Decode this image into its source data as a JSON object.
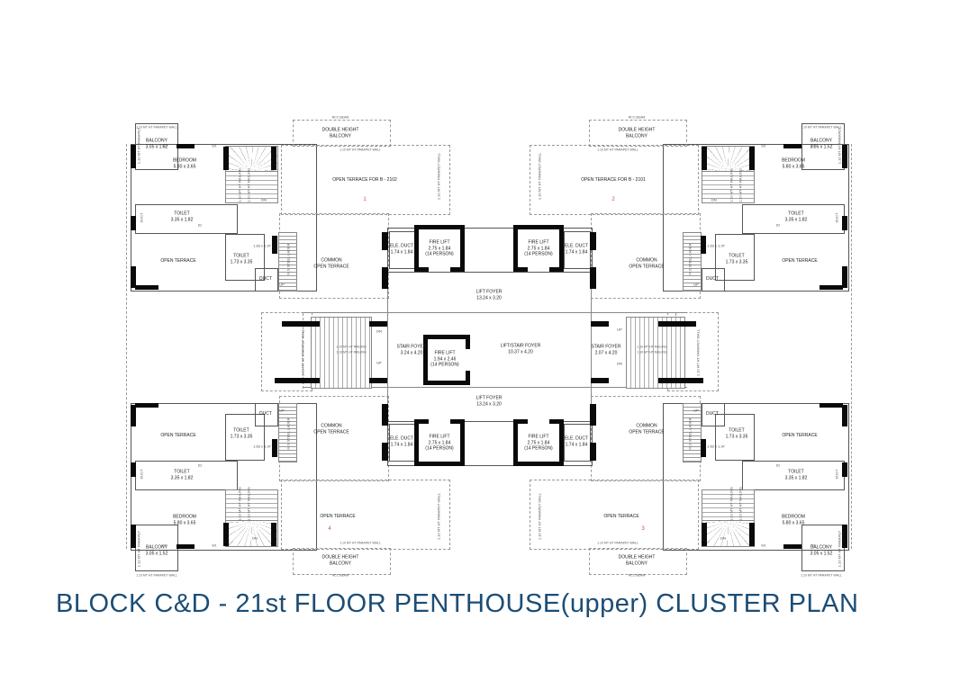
{
  "title": "BLOCK C&D - 21st FLOOR PENTHOUSE(upper) CLUSTER PLAN",
  "colors": {
    "title_text": "#1c4d75",
    "wall": "#0a0a0a",
    "unit_number": "#c0504d"
  },
  "labels": {
    "parapet_wall": "1.10 MT HT PARAPET WALL",
    "parapet": "1.10 MT HT PARAPET",
    "railing": "1.10 MT HT RAILING",
    "rcc_beam": "RCC BEAM",
    "steel_ladder": "M.S STEEL LADER",
    "up": "UP",
    "dn": "DN",
    "double_height_balcony_1": "DOUBLE HEIGHT",
    "double_height_balcony_2": "BALCONY",
    "tag_do": "DO",
    "tag_w1": "W1",
    "tag_d2": "D2"
  },
  "rooms": {
    "balcony": {
      "name": "BALCONY",
      "dims": "3.05 x 1.52"
    },
    "bedroom": {
      "name": "BEDROOM",
      "dims": "5.80 x 3.65"
    },
    "toilet_a": {
      "name": "TOILET",
      "dims": "3.35 x 1.82"
    },
    "toilet_b": {
      "name": "TOILET",
      "dims": "1.73 x 3.35"
    },
    "duct": {
      "name": "DUCT"
    },
    "open_terrace": {
      "name": "OPEN TERRACE"
    },
    "common_open_terrace": {
      "line1": "COMMON",
      "line2": "OPEN TERRACE"
    },
    "terrace_b2102": {
      "name": "OPEN TERRACE FOR B - 2102",
      "unit": "1"
    },
    "terrace_b2101": {
      "name": "OPEN TERRACE FOR B - 2101",
      "unit": "2"
    },
    "terrace_unit3": {
      "name": "OPEN TERRACE",
      "unit": "3"
    },
    "terrace_unit4": {
      "name": "OPEN TERRACE",
      "unit": "4"
    },
    "fire_lift": {
      "name": "FIRE LIFT",
      "dims": "2.75 x 1.84",
      "capacity": "(14 PERSON)"
    },
    "fire_lift_center": {
      "name": "FIRE LIFT",
      "dims": "1.94 x 2.46",
      "capacity": "(14 PERSON)"
    },
    "ele_duct": {
      "name": "ELE. DUCT",
      "dims": "1.74 x 1.84"
    },
    "lift_foyer": {
      "name": "LIFT FOYER",
      "dims": "13.24 x 3.20"
    },
    "stair_foyer_left": {
      "name": "STAIR FOYER",
      "dims": "3.24 x 4.20"
    },
    "stair_foyer_right": {
      "name": "STAIR FOYER",
      "dims": "2.07 x 4.20"
    },
    "lift_stair_foyer": {
      "name": "LIFT/STAIR FOYER",
      "dims": "10.37 x 4.20"
    },
    "passage_dim": "1.63 x 1.97"
  }
}
